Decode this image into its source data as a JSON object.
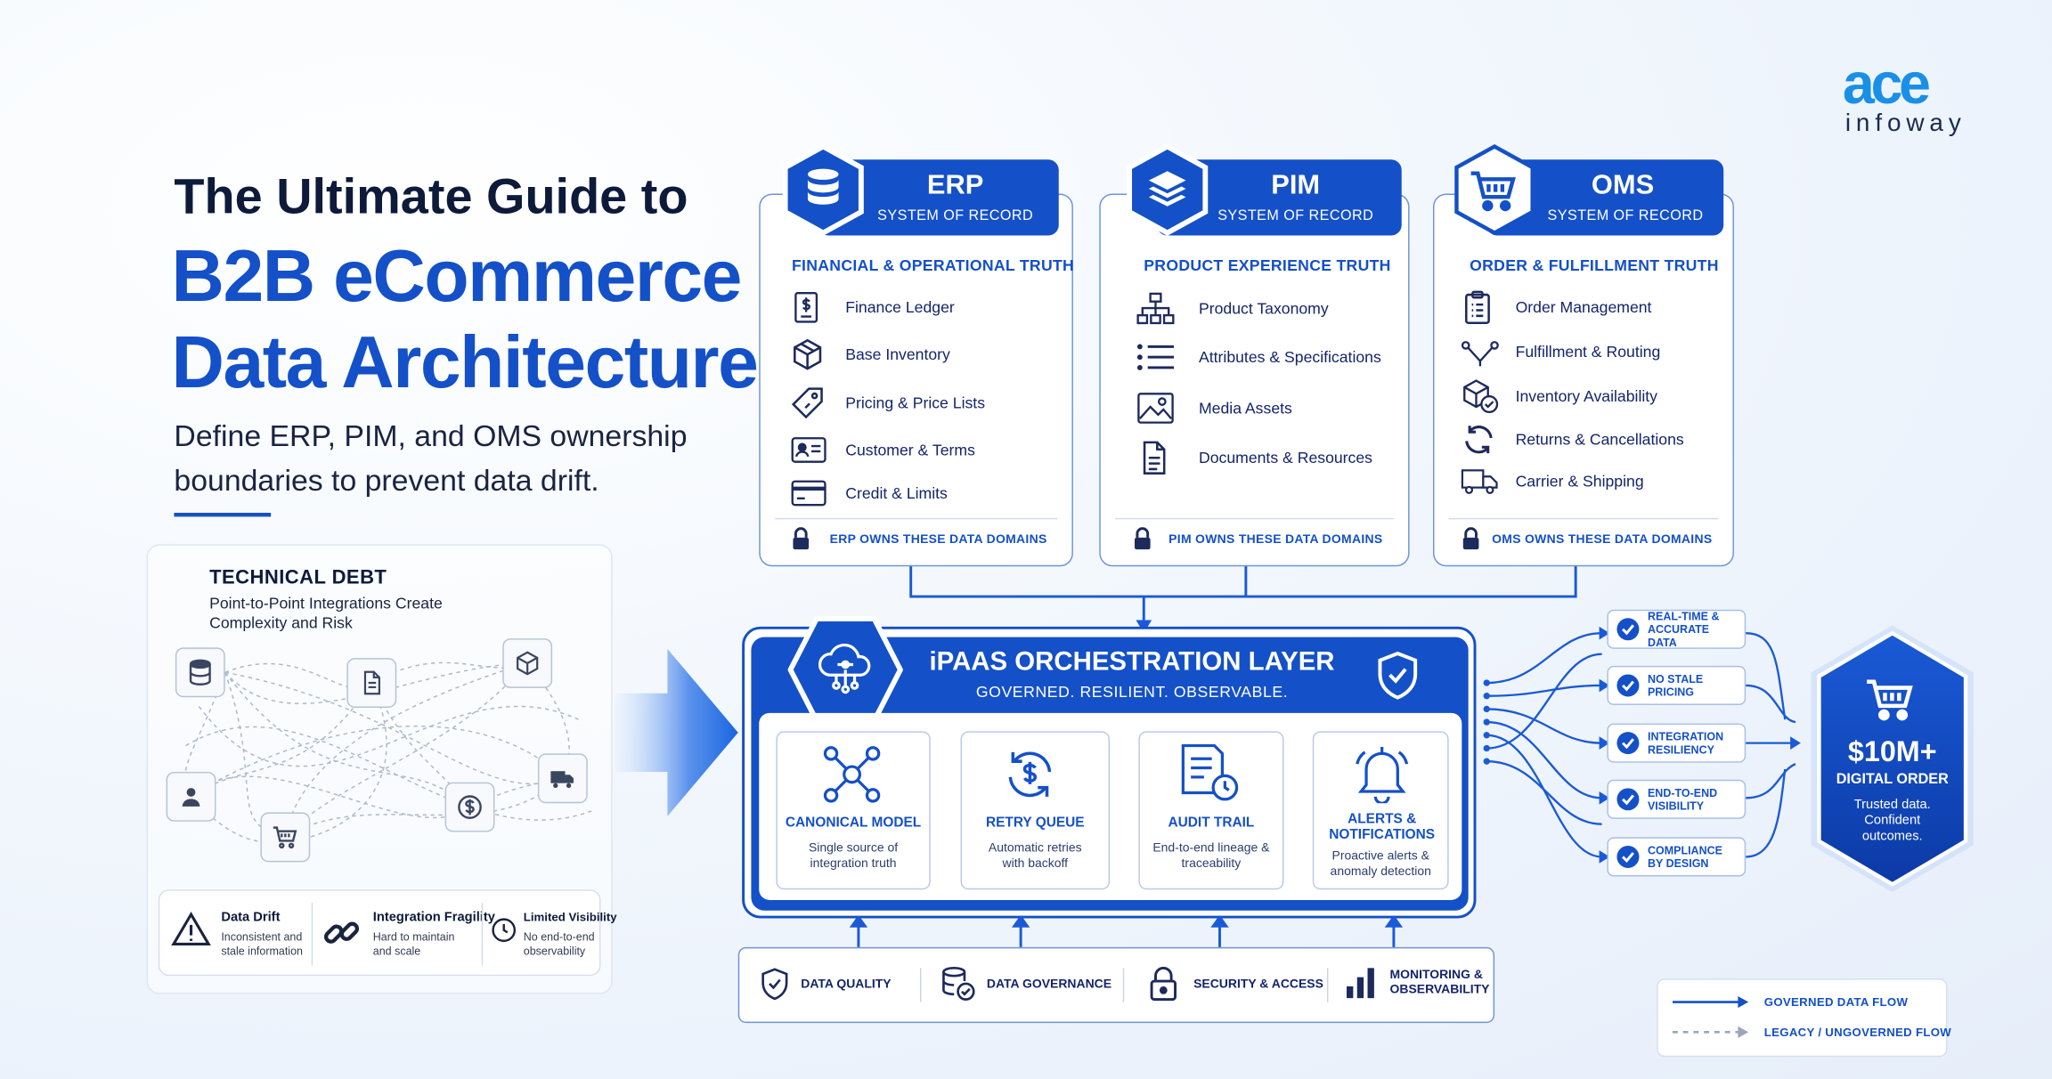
{
  "brand": {
    "logo_word": "ace",
    "logo_sub": "infoway"
  },
  "headline": {
    "line1": "The Ultimate Guide to",
    "line2": "B2B eCommerce",
    "line3": "Data Architecture",
    "subtitle": "Define ERP, PIM, and OMS ownership boundaries to prevent data drift."
  },
  "technical_debt": {
    "title": "TECHNICAL DEBT",
    "subtitle": "Point-to-Point Integrations Create Complexity and Risk",
    "nodes": [
      "database-icon",
      "document-icon",
      "box-icon",
      "user-icon",
      "dollar-icon",
      "truck-icon",
      "cart-icon"
    ],
    "issues": [
      {
        "title": "Data Drift",
        "desc": "Inconsistent and stale information",
        "icon": "warning-icon"
      },
      {
        "title": "Integration Fragility",
        "desc": "Hard to maintain and scale",
        "icon": "chain-icon"
      },
      {
        "title": "Limited Visibility",
        "desc": "No end-to-end observability",
        "icon": "clock-icon"
      }
    ]
  },
  "systems": [
    {
      "name": "ERP",
      "role": "SYSTEM OF RECORD",
      "icon": "database-icon",
      "truth": "FINANCIAL & OPERATIONAL TRUTH",
      "items": [
        {
          "label": "Finance Ledger",
          "icon": "ledger-icon"
        },
        {
          "label": "Base Inventory",
          "icon": "box-icon"
        },
        {
          "label": "Pricing & Price Lists",
          "icon": "tag-icon"
        },
        {
          "label": "Customer & Terms",
          "icon": "id-card-icon"
        },
        {
          "label": "Credit & Limits",
          "icon": "credit-card-icon"
        }
      ],
      "ownership": "ERP OWNS THESE DATA DOMAINS"
    },
    {
      "name": "PIM",
      "role": "SYSTEM OF RECORD",
      "icon": "layers-icon",
      "truth": "PRODUCT EXPERIENCE TRUTH",
      "items": [
        {
          "label": "Product Taxonomy",
          "icon": "hierarchy-icon"
        },
        {
          "label": "Attributes & Specifications",
          "icon": "list-icon"
        },
        {
          "label": "Media Assets",
          "icon": "image-icon"
        },
        {
          "label": "Documents & Resources",
          "icon": "document-icon"
        }
      ],
      "ownership": "PIM OWNS THESE DATA DOMAINS"
    },
    {
      "name": "OMS",
      "role": "SYSTEM OF RECORD",
      "icon": "cart-icon",
      "truth": "ORDER & FULFILLMENT TRUTH",
      "items": [
        {
          "label": "Order Management",
          "icon": "clipboard-icon"
        },
        {
          "label": "Fulfillment & Routing",
          "icon": "route-icon"
        },
        {
          "label": "Inventory Availability",
          "icon": "box-check-icon"
        },
        {
          "label": "Returns & Cancellations",
          "icon": "refresh-icon"
        },
        {
          "label": "Carrier & Shipping",
          "icon": "truck-icon"
        }
      ],
      "ownership": "OMS OWNS THESE DATA DOMAINS"
    }
  ],
  "ipaas": {
    "title": "iPAAS ORCHESTRATION LAYER",
    "subtitle": "GOVERNED. RESILIENT. OBSERVABLE.",
    "icon": "cloud-network-icon",
    "badge_icon": "shield-check-icon",
    "modules": [
      {
        "title": "CANONICAL MODEL",
        "desc": "Single source of integration truth",
        "icon": "network-icon"
      },
      {
        "title": "RETRY QUEUE",
        "desc": "Automatic retries with backoff",
        "icon": "retry-dollar-icon"
      },
      {
        "title": "AUDIT TRAIL",
        "desc": "End-to-end lineage & traceability",
        "icon": "audit-icon"
      },
      {
        "title": "ALERTS & NOTIFICATIONS",
        "desc": "Proactive alerts & anomaly detection",
        "icon": "bell-icon"
      }
    ]
  },
  "foundation": [
    {
      "label": "DATA QUALITY",
      "icon": "shield-check-icon"
    },
    {
      "label": "DATA GOVERNANCE",
      "icon": "database-check-icon"
    },
    {
      "label": "SECURITY & ACCESS",
      "icon": "lock-icon"
    },
    {
      "label": "MONITORING & OBSERVABILITY",
      "icon": "bar-chart-icon"
    }
  ],
  "outcomes": [
    "REAL-TIME & ACCURATE DATA",
    "NO STALE PRICING",
    "INTEGRATION RESILIENCY",
    "END-TO-END VISIBILITY",
    "COMPLIANCE BY DESIGN"
  ],
  "result": {
    "value": "$10M+",
    "label": "DIGITAL ORDER",
    "tagline": "Trusted data. Confident outcomes.",
    "icon": "cart-icon"
  },
  "legend": {
    "governed": "GOVERNED DATA FLOW",
    "legacy": "LEGACY / UNGOVERNED FLOW"
  },
  "colors": {
    "primary": "#1450c8",
    "accent": "#1a8fe6",
    "ink": "#0d1a3a"
  }
}
